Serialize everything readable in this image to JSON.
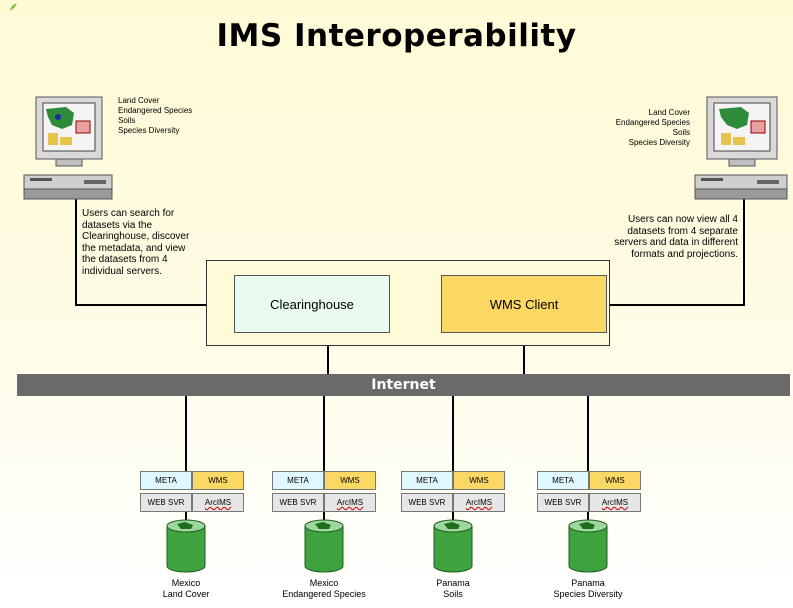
{
  "title": "IMS Interoperability",
  "left_workstation": {
    "layers": [
      "Land Cover",
      "Endangered Species",
      "Soils",
      "Species Diversity"
    ],
    "note": "Users can search for datasets via the Clearinghouse, discover the metadata, and view the datasets from 4 individual servers."
  },
  "right_workstation": {
    "layers": [
      "Land Cover",
      "Endangered Species",
      "Soils",
      "Species Diversity"
    ],
    "note": "Users can now view all 4 datasets from 4 separate servers and data in different formats and projections."
  },
  "clearinghouse_label": "Clearinghouse",
  "wms_client_label": "WMS Client",
  "network_label": "Internet",
  "server_cells": {
    "meta": "META",
    "wms": "WMS",
    "web": "WEB SVR",
    "arc": "ArcIMS"
  },
  "servers": [
    {
      "line1": "Mexico",
      "line2": "Land Cover"
    },
    {
      "line1": "Mexico",
      "line2": "Endangered Species"
    },
    {
      "line1": "Panama",
      "line2": "Soils"
    },
    {
      "line1": "Panama",
      "line2": "Species Diversity"
    }
  ],
  "colors": {
    "meta": "#dff7ff",
    "wms": "#fbd864",
    "clearinghouse": "#e9fbee",
    "internet": "#6a6a6a",
    "database": "#3fa33f"
  }
}
